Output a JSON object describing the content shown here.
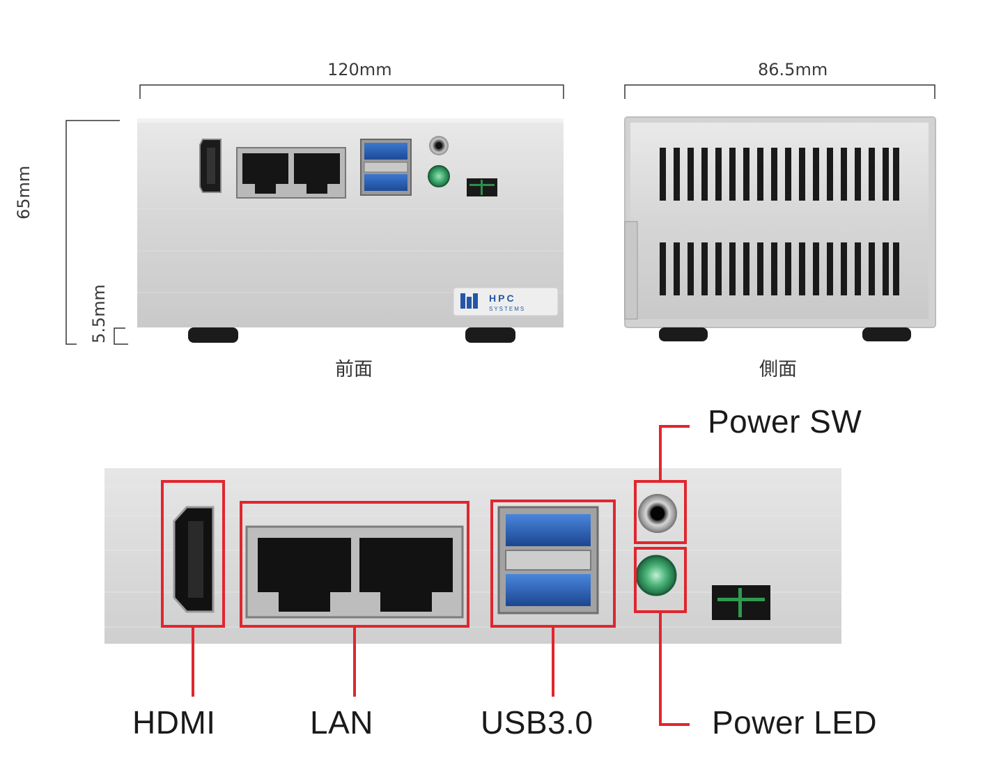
{
  "dimensions": {
    "width": "120mm",
    "depth": "86.5mm",
    "height": "65mm",
    "foot_height": "5.5mm"
  },
  "captions": {
    "front": "前面",
    "side": "側面"
  },
  "brand": {
    "name": "HPC",
    "sub": "SYSTEMS"
  },
  "labels": {
    "hdmi": "HDMI",
    "lan": "LAN",
    "usb": "USB3.0",
    "power_sw": "Power SW",
    "power_led": "Power LED"
  },
  "colors": {
    "highlight": "#e0262e",
    "chassis": "#d9d9d9",
    "usb_blue": "#2a5db0",
    "led_green": "#3aa66a"
  }
}
